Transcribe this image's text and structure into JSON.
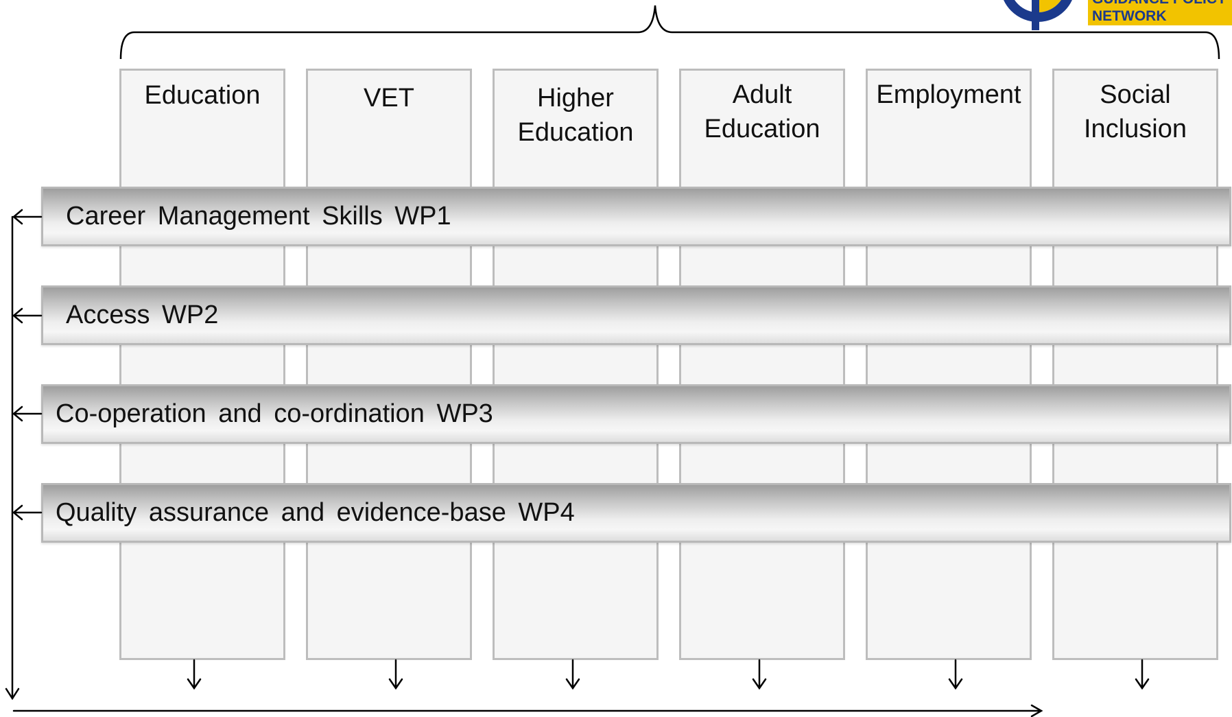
{
  "columns": [
    {
      "label": "Education"
    },
    {
      "label": "VET"
    },
    {
      "label": "Higher\nEducation"
    },
    {
      "label": "Adult\nEducation"
    },
    {
      "label": "Employment"
    },
    {
      "label": "Social\nInclusion"
    }
  ],
  "bands": [
    {
      "label": "Career Management Skills WP1"
    },
    {
      "label": "Access WP2"
    },
    {
      "label": "Co-operation and co-ordination WP3"
    },
    {
      "label": "Quality assurance and evidence-base WP4"
    }
  ],
  "logo": {
    "line1": "GUIDANCE POLICY",
    "line2": "NETWORK",
    "colors": {
      "blue": "#1b3a8c",
      "yellow": "#f2c300"
    }
  }
}
